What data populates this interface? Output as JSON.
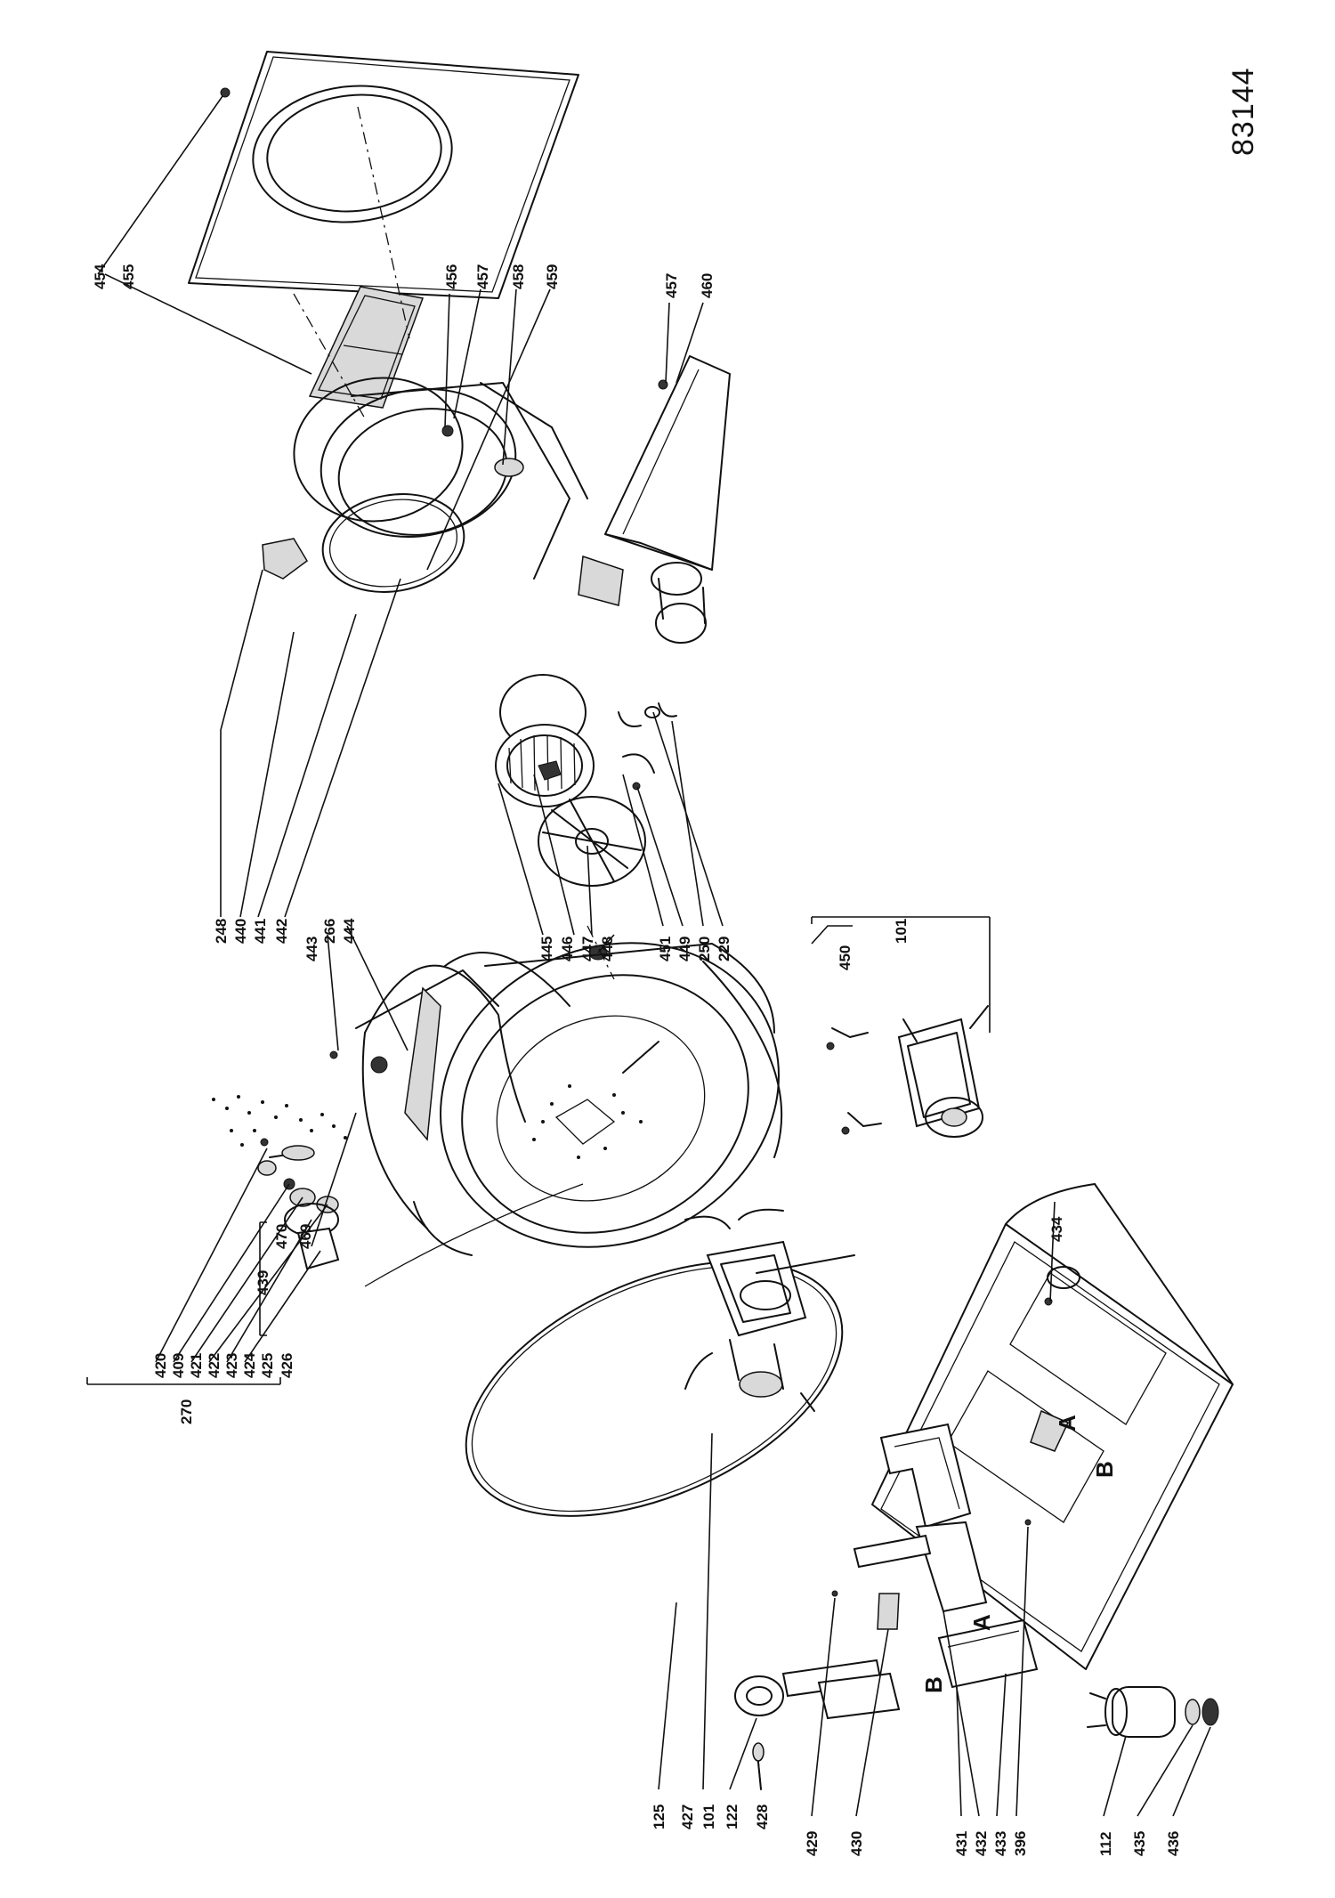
{
  "document_number": "83144",
  "drum_group": {
    "bracket_label": "439",
    "items": [
      "470",
      "469"
    ]
  },
  "bearing_group": {
    "bracket_label": "270",
    "items": [
      "420",
      "409",
      "421",
      "422",
      "423",
      "424",
      "425",
      "426"
    ]
  },
  "motor_group": {
    "bracket_label": "101",
    "items": [
      "450"
    ]
  },
  "callouts": {
    "c454": "454",
    "c455": "455",
    "c456": "456",
    "c457a": "457",
    "c458": "458",
    "c459": "459",
    "c457b": "457",
    "c460": "460",
    "c248": "248",
    "c440": "440",
    "c441": "441",
    "c442": "442",
    "c443": "443",
    "c266": "266",
    "c444": "444",
    "c445": "445",
    "c446": "446",
    "c447": "447",
    "c448": "448",
    "c451": "451",
    "c449": "449",
    "c250": "250",
    "c229": "229",
    "c434": "434",
    "c125": "125",
    "c427": "427",
    "c101": "101",
    "c122": "122",
    "c428": "428",
    "c429": "429",
    "c430": "430",
    "c431": "431",
    "c432": "432",
    "c433": "433",
    "c396": "396",
    "c112": "112",
    "c435": "435",
    "c436": "436"
  },
  "markers": {
    "A": "A",
    "B": "B"
  }
}
